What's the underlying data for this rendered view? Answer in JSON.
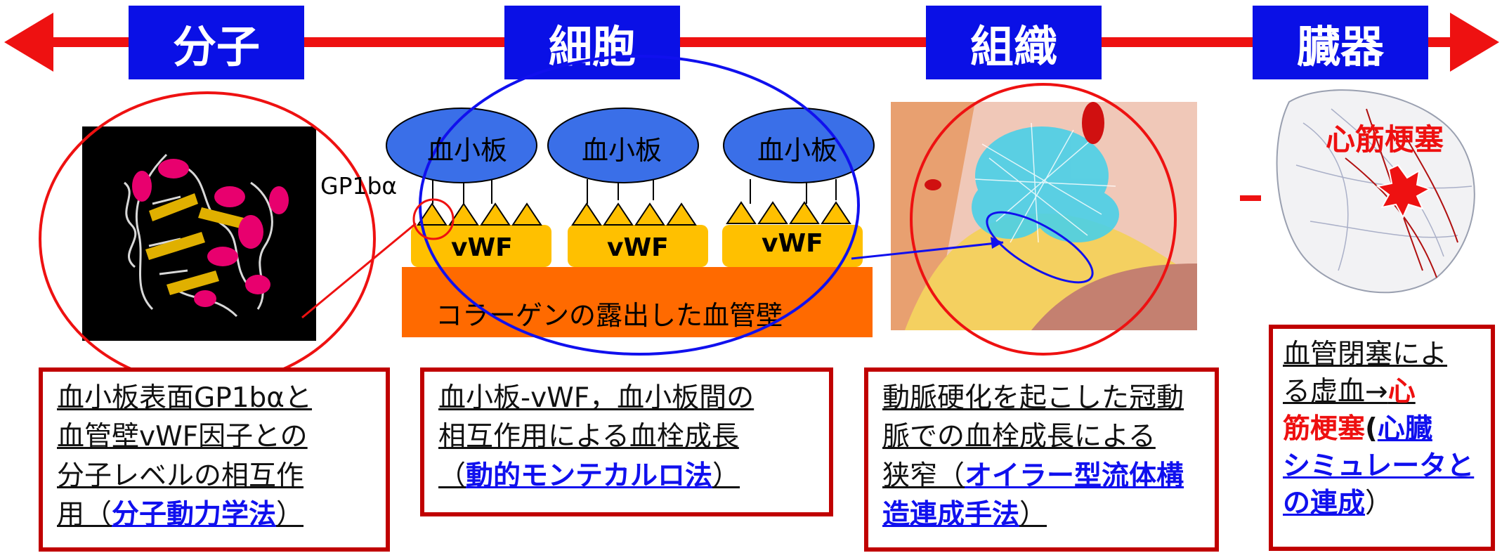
{
  "scale_labels": {
    "molecule": "分子",
    "cell": "細胞",
    "tissue": "組織",
    "organ": "臓器"
  },
  "cell_diagram": {
    "platelet_label": "血小板",
    "vwf_label": "vWF",
    "gp_label": "GP1bα",
    "wall_label": "コラーゲンの露出した血管壁"
  },
  "organ_label": "心筋梗塞",
  "panels": {
    "molecule": {
      "line1": "血小板表面GP1bαと",
      "line2": "血管壁vWF因子との",
      "line3": "分子レベルの相互作",
      "line4_prefix": "用（",
      "method": "分子動力学法",
      "suffix": "）"
    },
    "cell": {
      "line1": "血小板-vWF，血小板間の",
      "line2": "相互作用による血栓成長",
      "prefix": "（",
      "method": "動的モンテカルロ法",
      "suffix": "）"
    },
    "tissue": {
      "line1": "動脈硬化を起こした冠動",
      "line2": "脈での血栓成長による",
      "line3_prefix": "狭窄（",
      "method_part1": "オイラー型流体構",
      "method_part2": "造連成手法",
      "suffix": "）"
    },
    "organ": {
      "line1": "血管閉塞によ",
      "line2_prefix": "る虚血→",
      "line2_red": "心",
      "line3_red": "筋梗塞",
      "line3_paren": "(",
      "method_part1": "心臓",
      "method_part2": "シミュレータと",
      "method_part3": "の連成",
      "suffix": "）"
    }
  },
  "colors": {
    "scale_box": "#0a10e6",
    "arrow": "#ee1111",
    "panel_border": "#c00000",
    "platelet": "#3a6fe8",
    "vwf": "#ffc000",
    "wall": "#ff6a00",
    "link_blue": "#1010ee",
    "accent_red": "#ee1010"
  }
}
